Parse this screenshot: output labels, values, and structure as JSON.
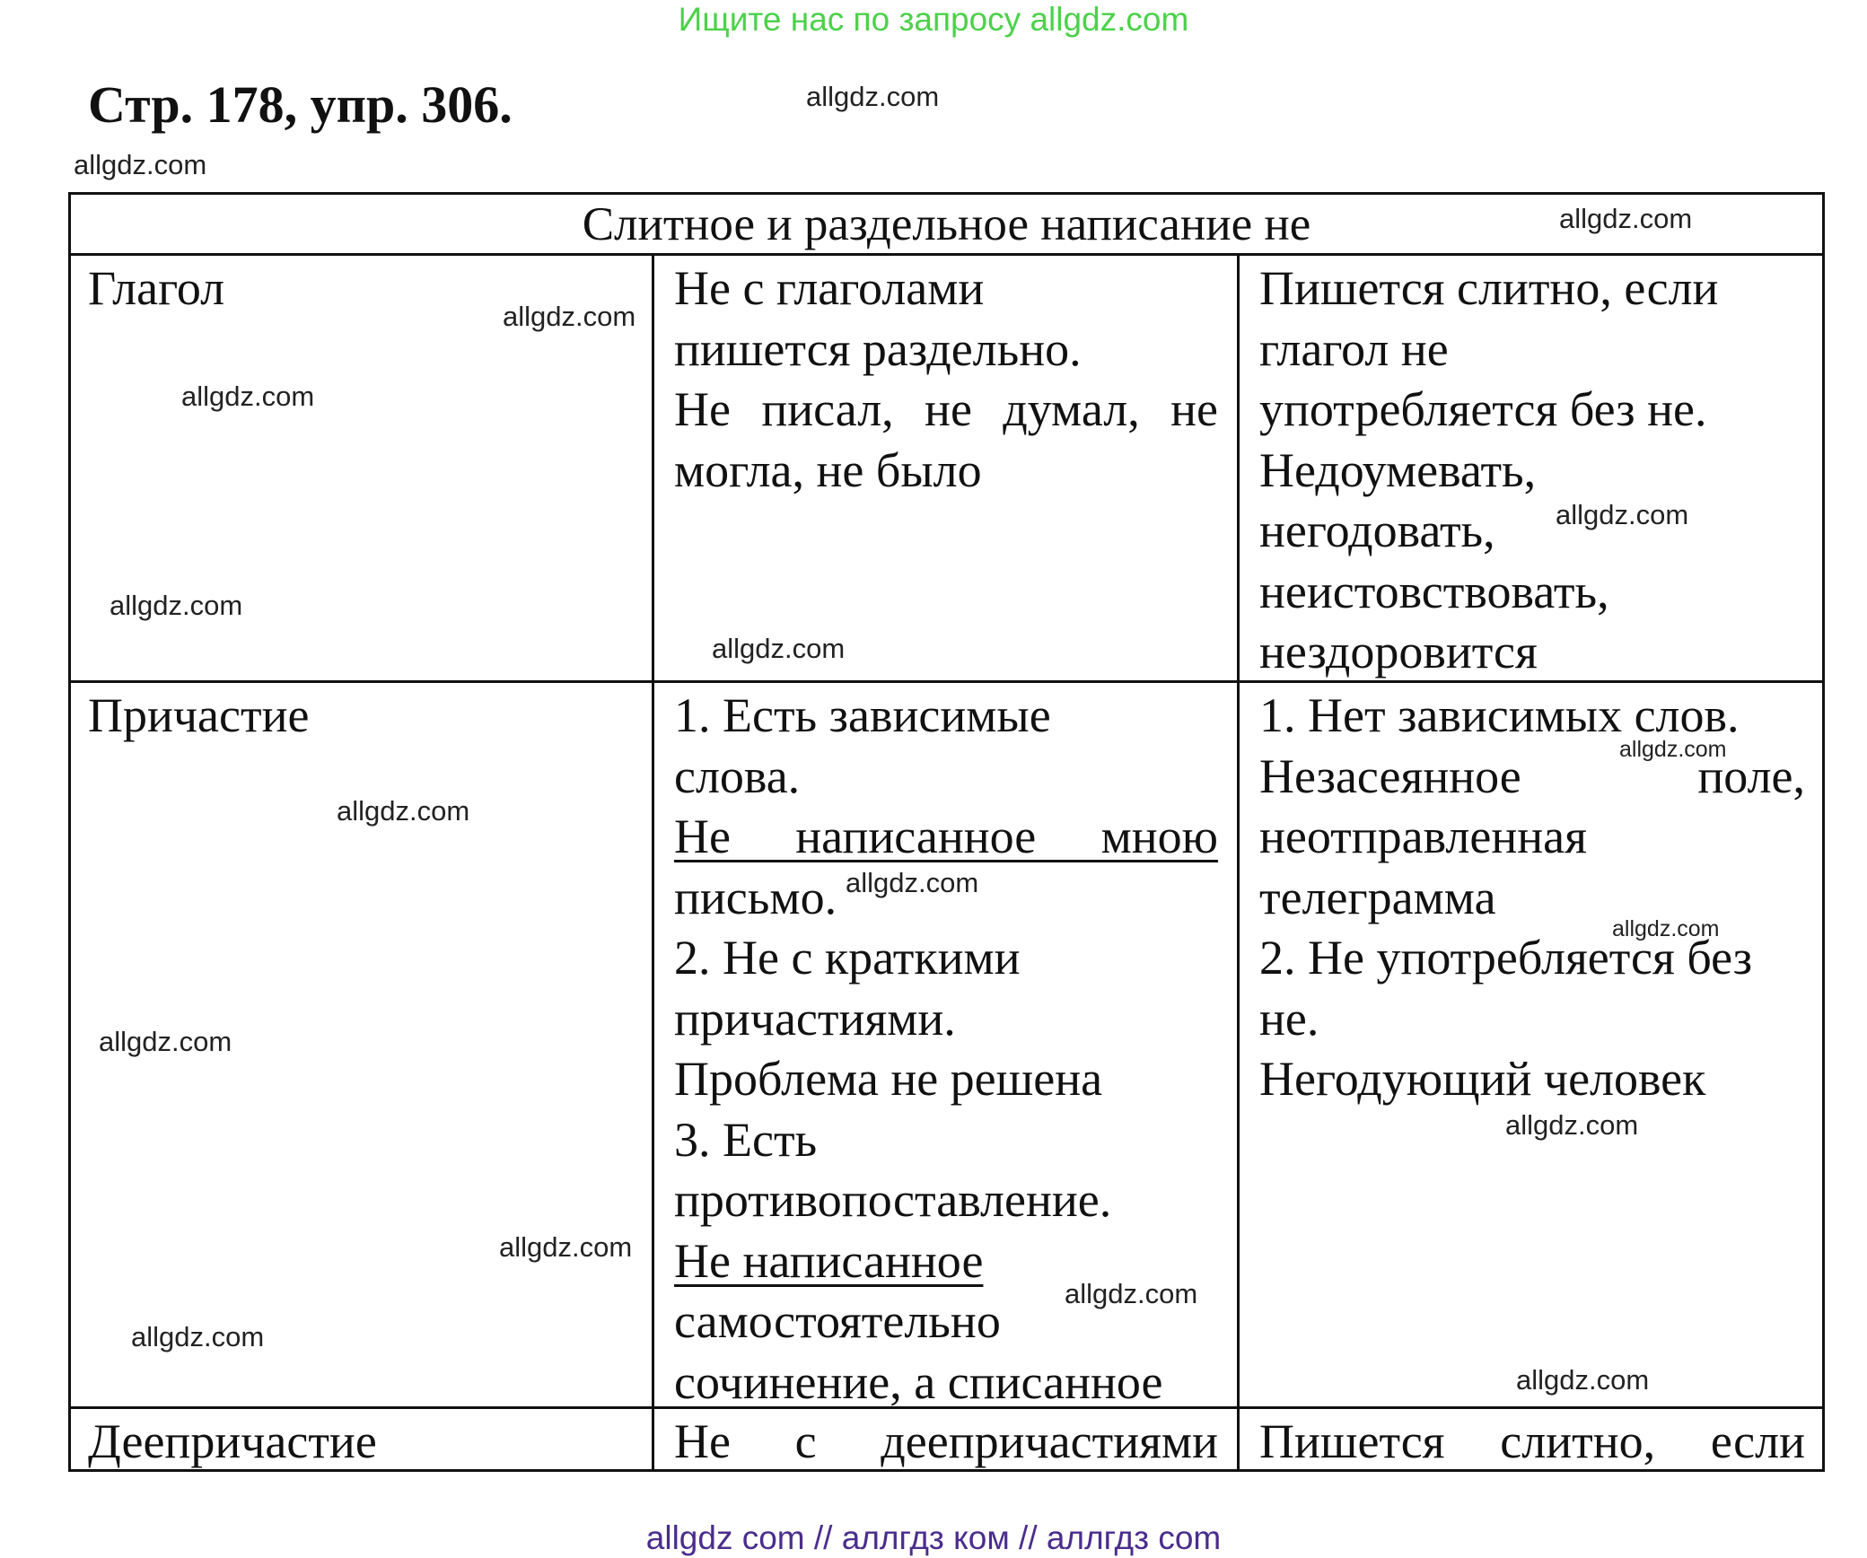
{
  "banner": "Ищите нас по запросу allgdz.com",
  "title": "Стр. 178, упр. 306.",
  "table": {
    "caption": "Слитное и раздельное написание не",
    "rows": [
      {
        "name": "Глагол",
        "rule": [
          "Не с глаголами",
          "пишется раздельно.",
          "Не писал, не думал, не",
          "могла, не было"
        ],
        "exception": [
          "Пишется слитно, если",
          "глагол не",
          "употребляется без не.",
          "Недоумевать,",
          "негодовать,",
          "неистовствовать,",
          "нездоровится"
        ]
      },
      {
        "name": "Причастие",
        "rule": [
          "1. Есть зависимые",
          "слова.",
          "Не написанное мною",
          "письмо.",
          "2. Не с краткими",
          "причастиями.",
          "Проблема не решена",
          "3. Есть",
          "противопоставление.",
          "Не написанное",
          "самостоятельно",
          "сочинение, а списанное"
        ],
        "exception": [
          "1. Нет зависимых слов.",
          "Незасеянное поле,",
          "неотправленная",
          "телеграмма",
          "2. Не употребляется без",
          "не.",
          "Негодующий человек"
        ]
      },
      {
        "name": "Деепричастие",
        "rule": [
          "Не с деепричастиями"
        ],
        "exception": [
          "Пишется слитно, если"
        ]
      }
    ]
  },
  "watermark": "allgdz.com",
  "footer": "allgdz com  //  аллгдз ком  //  аллгдз com",
  "colors": {
    "banner": "#4cd14a",
    "footer": "#4a2d8c",
    "text": "#111111"
  }
}
